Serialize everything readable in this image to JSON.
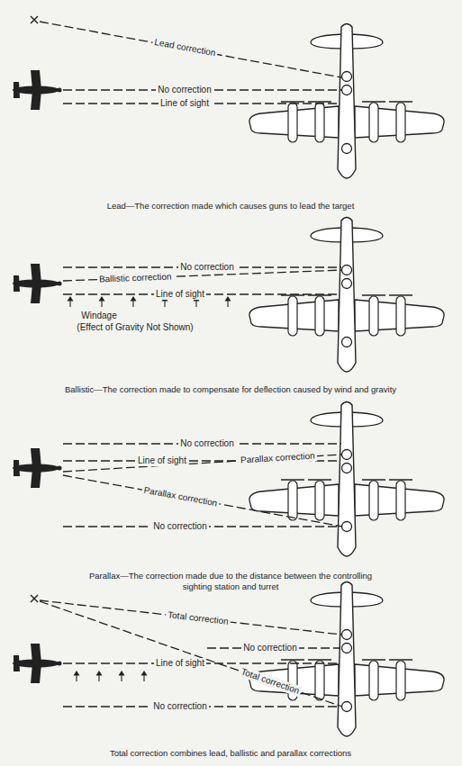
{
  "diagram": {
    "labels": [
      "Lead correction",
      "No correction",
      "Line of sight",
      "Lead—The correction made which causes guns to lead the target",
      "No correction",
      "Ballistic correction",
      "Line of sight",
      "Windage",
      "(Effect of Gravity Not Shown)",
      "Ballistic—The correction made to compensate for deflection caused by wind and gravity",
      "No correction",
      "Line of sight",
      "Parallax correction",
      "Parallax correction",
      "No correction",
      "Parallax—The correction made due to the distance between the controlling sighting station and turret",
      "Total correction",
      "No correction",
      "Line of sight",
      "Total correction",
      "No correction",
      "Total correction combines lead, ballistic and parallax corrections"
    ]
  }
}
